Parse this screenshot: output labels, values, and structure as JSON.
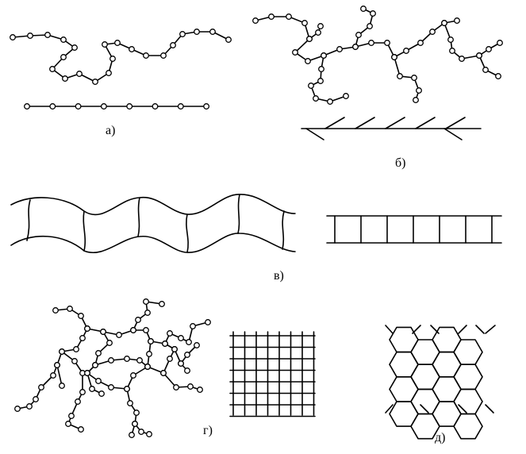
{
  "labels": {
    "a": "а)",
    "b": "б)",
    "v": "в)",
    "g": "г)",
    "d": "д)"
  },
  "colors": {
    "ink": "#000000",
    "paper": "#ffffff"
  }
}
